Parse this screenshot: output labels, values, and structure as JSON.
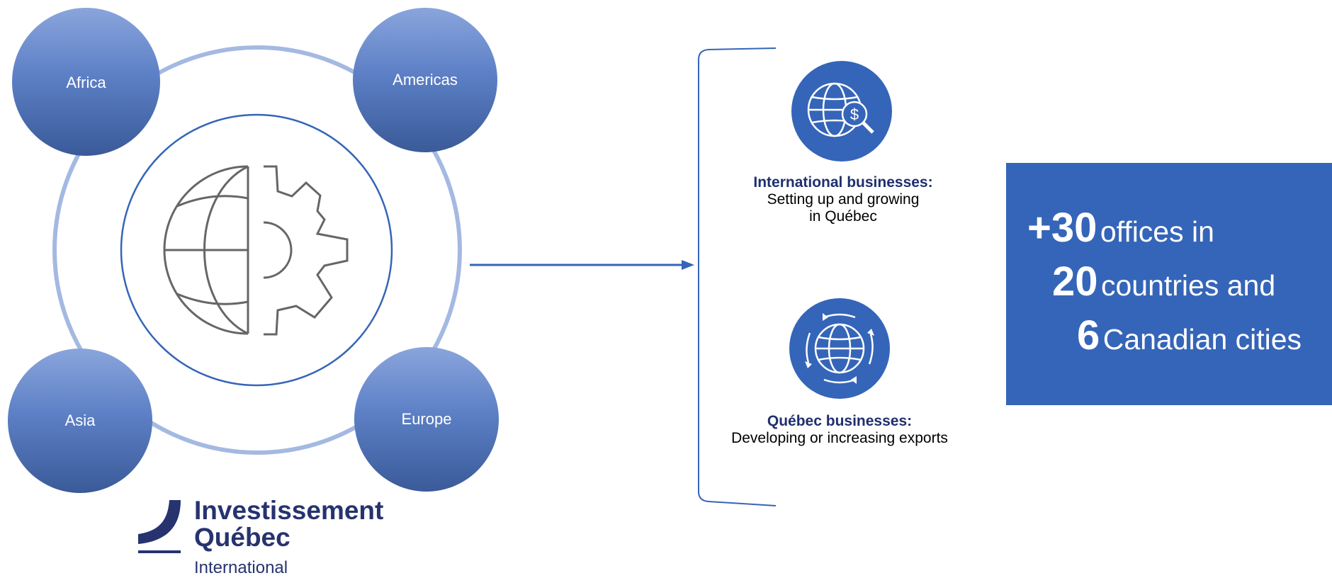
{
  "regions": {
    "africa": "Africa",
    "americas": "Americas",
    "asia": "Asia",
    "europe": "Europe"
  },
  "services": {
    "international": {
      "title": "International businesses:",
      "desc_line1": "Setting up and growing",
      "desc_line2": "in Québec",
      "icon": "globe-dollar-magnifier-icon"
    },
    "quebec": {
      "title": "Québec businesses:",
      "desc_line1": "Developing or increasing exports",
      "icon": "globe-circular-arrows-icon"
    }
  },
  "stats": {
    "offices": {
      "number": "+30",
      "text": "offices in"
    },
    "countries": {
      "number": "20",
      "text": "countries and"
    },
    "cities": {
      "number": "6",
      "text": "Canadian cities"
    }
  },
  "logo": {
    "line1": "Investissement",
    "line2": "Québec",
    "line3": "International"
  },
  "colors": {
    "accent_blue": "#3565b8",
    "dark_navy": "#26336f",
    "ring_light": "#a4b9e2",
    "region_gradient": [
      "#8aa5dc",
      "#3a5a98"
    ]
  },
  "center_icon": "globe-gear-icon"
}
